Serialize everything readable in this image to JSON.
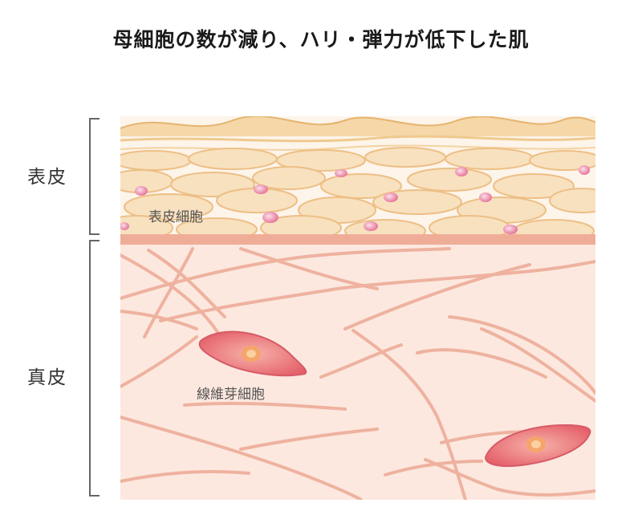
{
  "title": "母細胞の数が減り、ハリ・弾力が低下した肌",
  "layers": {
    "epidermis": "表皮",
    "dermis": "真皮"
  },
  "cells": {
    "epidermal": "表皮細胞",
    "fibroblast": "線維芽細胞"
  },
  "colors": {
    "epidermis_fill": "#fdf3e8",
    "epidermis_cell": "#f6dcb6",
    "epidermis_cell_stroke": "#e9bb7d",
    "nucleus": "#e9809c",
    "basement": "#efad98",
    "dermis_fill": "#fbe6dd",
    "fiber": "#e9aa96",
    "fibroblast": "#e9747c",
    "fibroblast_nucleus": "#f4a96f"
  }
}
